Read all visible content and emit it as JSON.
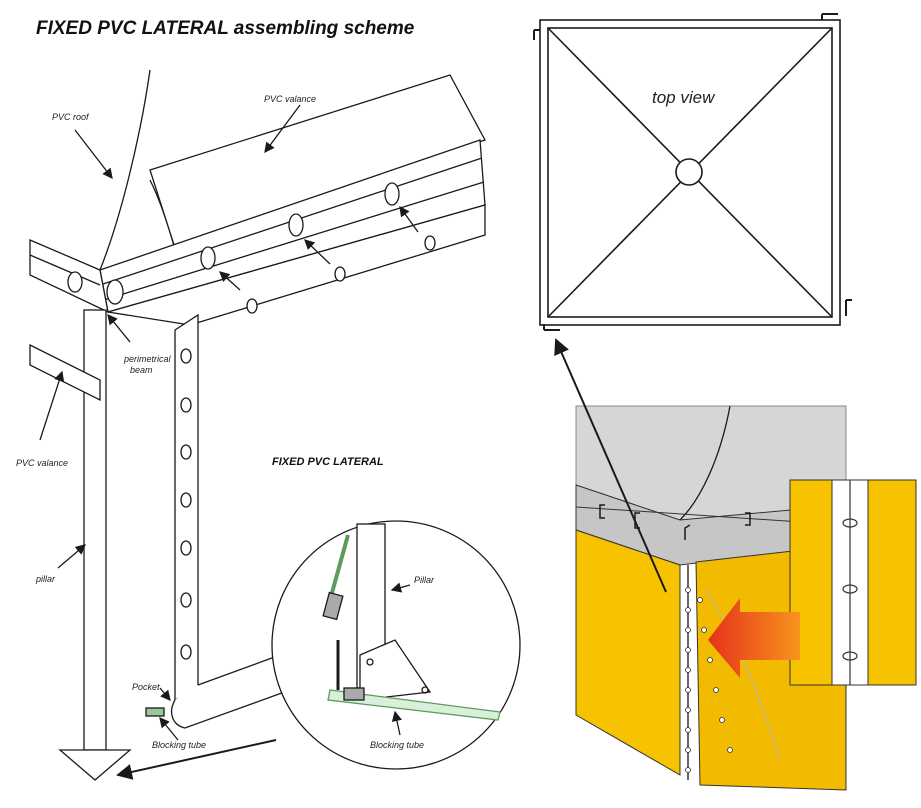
{
  "title": "FIXED PVC LATERAL assembling scheme",
  "labels": {
    "pvc_roof": "PVC roof",
    "pvc_valance_top": "PVC valance",
    "perimetrical_beam": "perimetrical\nbeam",
    "pvc_valance_side": "PVC valance",
    "pillar": "pillar",
    "fixed_pvc_lateral": "FIXED PVC LATERAL",
    "pocket": "Pocket",
    "blocking_tube_left": "Blocking tube",
    "pillar_detail": "Pillar",
    "blocking_tube_detail": "Blocking tube",
    "top_view": "top view"
  },
  "colors": {
    "line": "#1a1a1a",
    "fabric_yellow": "#f7c200",
    "fabric_yellow_dark": "#d9a600",
    "roof_grey": "#d6d6d6",
    "beam_grey": "#bdbdbd",
    "arrow_red": "#e5321a",
    "arrow_orange": "#f7941d",
    "pocket_green": "#9bc89b"
  }
}
